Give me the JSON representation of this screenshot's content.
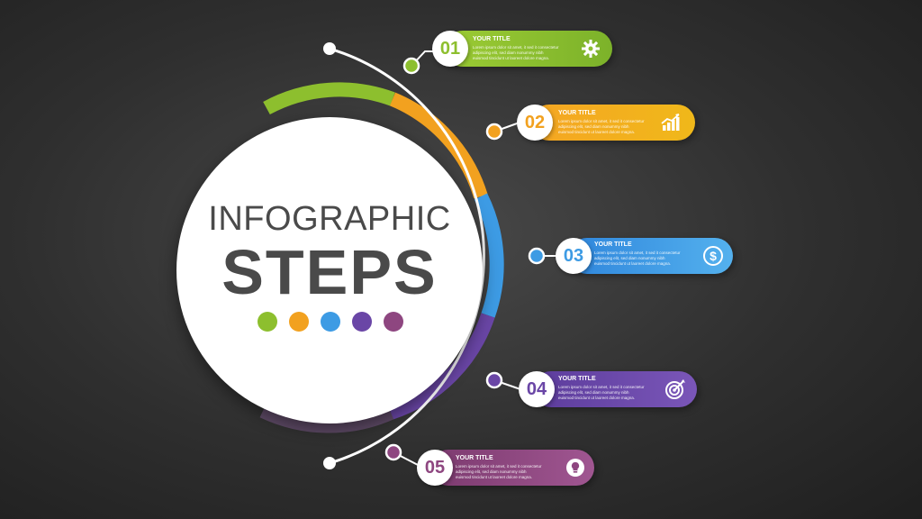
{
  "title": {
    "line1": "INFOGRAPHIC",
    "line2": "STEPS"
  },
  "colors": [
    "#8dbf2e",
    "#f2a11f",
    "#3d9be4",
    "#6a46a6",
    "#8e4680"
  ],
  "steps": [
    {
      "number": "01",
      "title": "YOUR TITLE",
      "body": "Lorem ipsum dolor sit amet, it sed it consectetur adipiscing elit, sed diam nonummy nibh euismod tincidunt ut laoreet dolore magna.",
      "icon": "gear-icon",
      "color": "#8dbf2e"
    },
    {
      "number": "02",
      "title": "YOUR TITLE",
      "body": "Lorem ipsum dolor sit amet, it sed it consectetur adipiscing elit, sed diam nonummy nibh euismod tincidunt ut laoreet dolore magna.",
      "icon": "growth-chart-icon",
      "color": "#f2a11f"
    },
    {
      "number": "03",
      "title": "YOUR TITLE",
      "body": "Lorem ipsum dolor sit amet, it sed it consectetur adipiscing elit, sed diam nonummy nibh euismod tincidunt ut laoreet dolore magna.",
      "icon": "dollar-icon",
      "color": "#3d9be4"
    },
    {
      "number": "04",
      "title": "YOUR TITLE",
      "body": "Lorem ipsum dolor sit amet, it sed it consectetur adipiscing elit, sed diam nonummy nibh euismod tincidunt ut laoreet dolore magna.",
      "icon": "target-icon",
      "color": "#6a46a6"
    },
    {
      "number": "05",
      "title": "YOUR TITLE",
      "body": "Lorem ipsum dolor sit amet, it sed it consectetur adipiscing elit, sed diam nonummy nibh euismod tincidunt ut laoreet dolore magna.",
      "icon": "lightbulb-icon",
      "color": "#8e4680"
    }
  ]
}
